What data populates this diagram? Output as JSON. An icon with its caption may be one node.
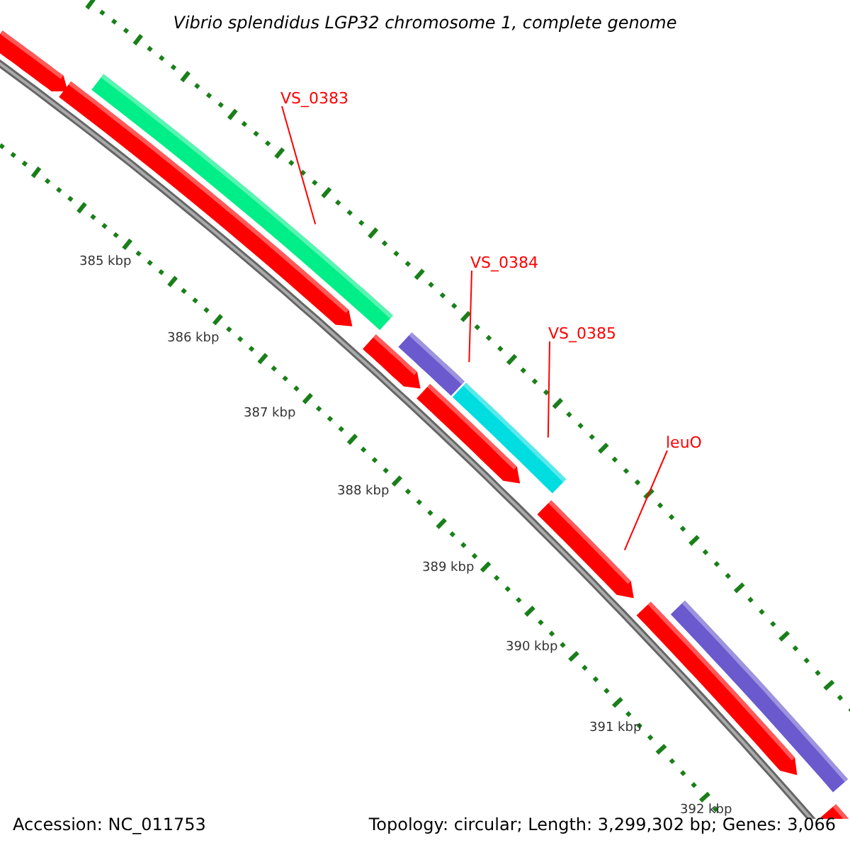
{
  "diagram": {
    "title": "Vibrio splendidus LGP32 chromosome 1, complete genome",
    "nodes": [
      {
        "text": [
          "VS_0383"
        ]
      },
      {
        "text": [],
        "shape": "bar"
      },
      {
        "text": [
          "VS_0384"
        ]
      },
      {
        "text": [],
        "shape": "bar"
      },
      {
        "text": [
          "VS_0385"
        ]
      },
      {
        "text": [],
        "shape": "bar"
      },
      {
        "text": [
          "leuO"
        ]
      },
      {
        "text": [],
        "shape": "arrow"
      }
    ],
    "edges": [
      {
        "from": 0,
        "to": 1,
        "arrow": "none"
      },
      {
        "from": 2,
        "to": 3,
        "arrow": "none"
      },
      {
        "from": 4,
        "to": 5,
        "arrow": "none"
      },
      {
        "from": 6,
        "to": 7,
        "arrow": "none"
      }
    ],
    "labels": [
      "385 kbp",
      "386 kbp",
      "387 kbp",
      "388 kbp",
      "389 kbp",
      "390 kbp",
      "391 kbp",
      "392 kbp",
      "Accession: NC_011753",
      "Topology: circular; Length: 3,299,302 bp; Genes: 3,066"
    ]
  }
}
